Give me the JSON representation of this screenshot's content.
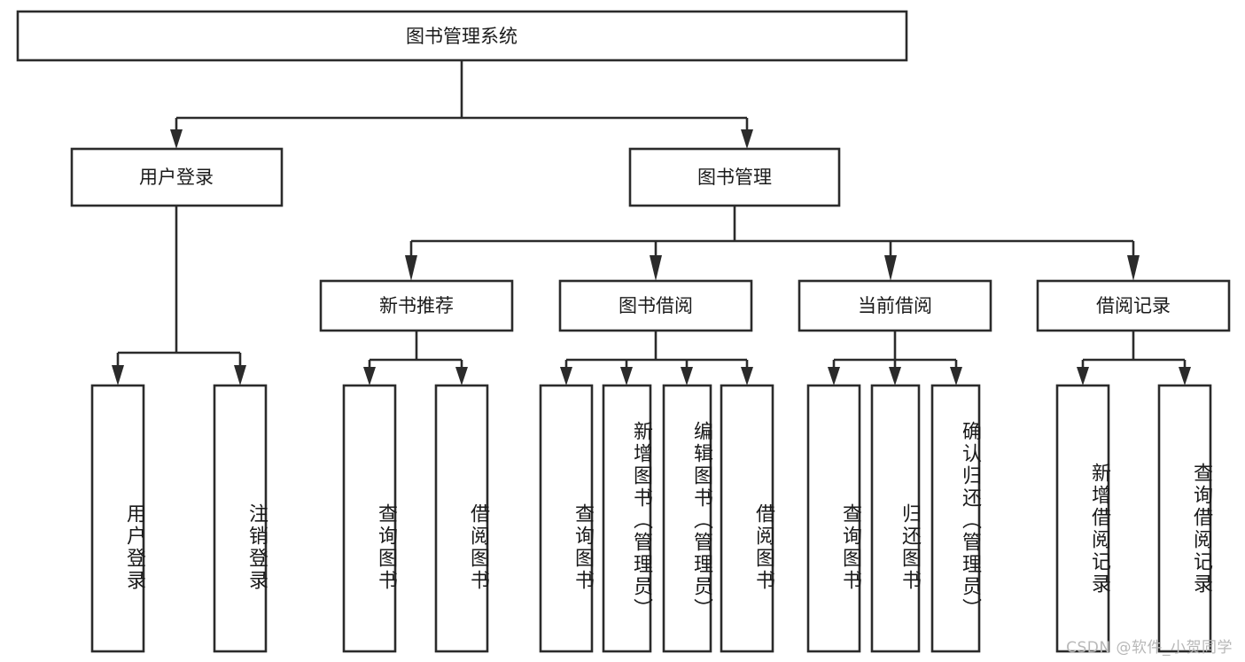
{
  "diagram": {
    "type": "tree",
    "title": "图书管理系统",
    "watermark": "CSDN @软件_小贺同学",
    "colors": {
      "stroke": "#2b2b2b",
      "fill": "#ffffff",
      "text": "#1a1a1a",
      "watermark": "#b8b8b8"
    },
    "root": {
      "label": "图书管理系统"
    },
    "level2": [
      {
        "label": "用户登录"
      },
      {
        "label": "图书管理"
      }
    ],
    "level3": [
      {
        "label": "新书推荐"
      },
      {
        "label": "图书借阅"
      },
      {
        "label": "当前借阅"
      },
      {
        "label": "借阅记录"
      }
    ],
    "leaves_user_login": [
      {
        "label": "用户登录"
      },
      {
        "label": "注销登录"
      }
    ],
    "leaves_new_books": [
      {
        "label": "查询图书"
      },
      {
        "label": "借阅图书"
      }
    ],
    "leaves_borrow": [
      {
        "label": "查询图书"
      },
      {
        "label": "新增图书（管理员）"
      },
      {
        "label": "编辑图书（管理员）"
      },
      {
        "label": "借阅图书"
      }
    ],
    "leaves_current": [
      {
        "label": "查询图书"
      },
      {
        "label": "归还图书"
      },
      {
        "label": "确认归还（管理员）"
      }
    ],
    "leaves_records": [
      {
        "label": "新增借阅记录"
      },
      {
        "label": "查询借阅记录"
      }
    ]
  }
}
